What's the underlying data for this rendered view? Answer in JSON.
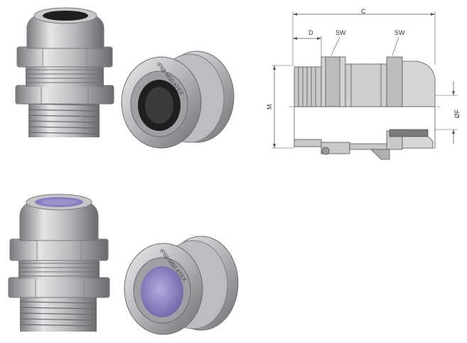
{
  "photos": [
    {
      "name": "Cable gland, black seal, side view",
      "seal_color": "#1e1e1e"
    },
    {
      "name": "Cable gland, black seal, angled view",
      "seal_color": "#1e1e1e",
      "marking": "IP68 M50 ATEX"
    },
    {
      "name": "Cable gland, blue seal, side view",
      "seal_color": "#8a7fc0"
    },
    {
      "name": "Cable gland, blue seal, angled view",
      "seal_color": "#8a7fc0",
      "marking": "IP68 M50 ATEX"
    }
  ],
  "diagram": {
    "labels": {
      "c": "C",
      "d": "D",
      "sw_left": "SW",
      "sw_right": "SW",
      "m": "M",
      "f": "ØF"
    }
  },
  "colors": {
    "metal_light": "#d2d2d4",
    "metal_mid": "#a8a8ac",
    "metal_dark": "#6c6c70",
    "drawing_fill": "#c9c9c9",
    "drawing_line": "#555555"
  }
}
